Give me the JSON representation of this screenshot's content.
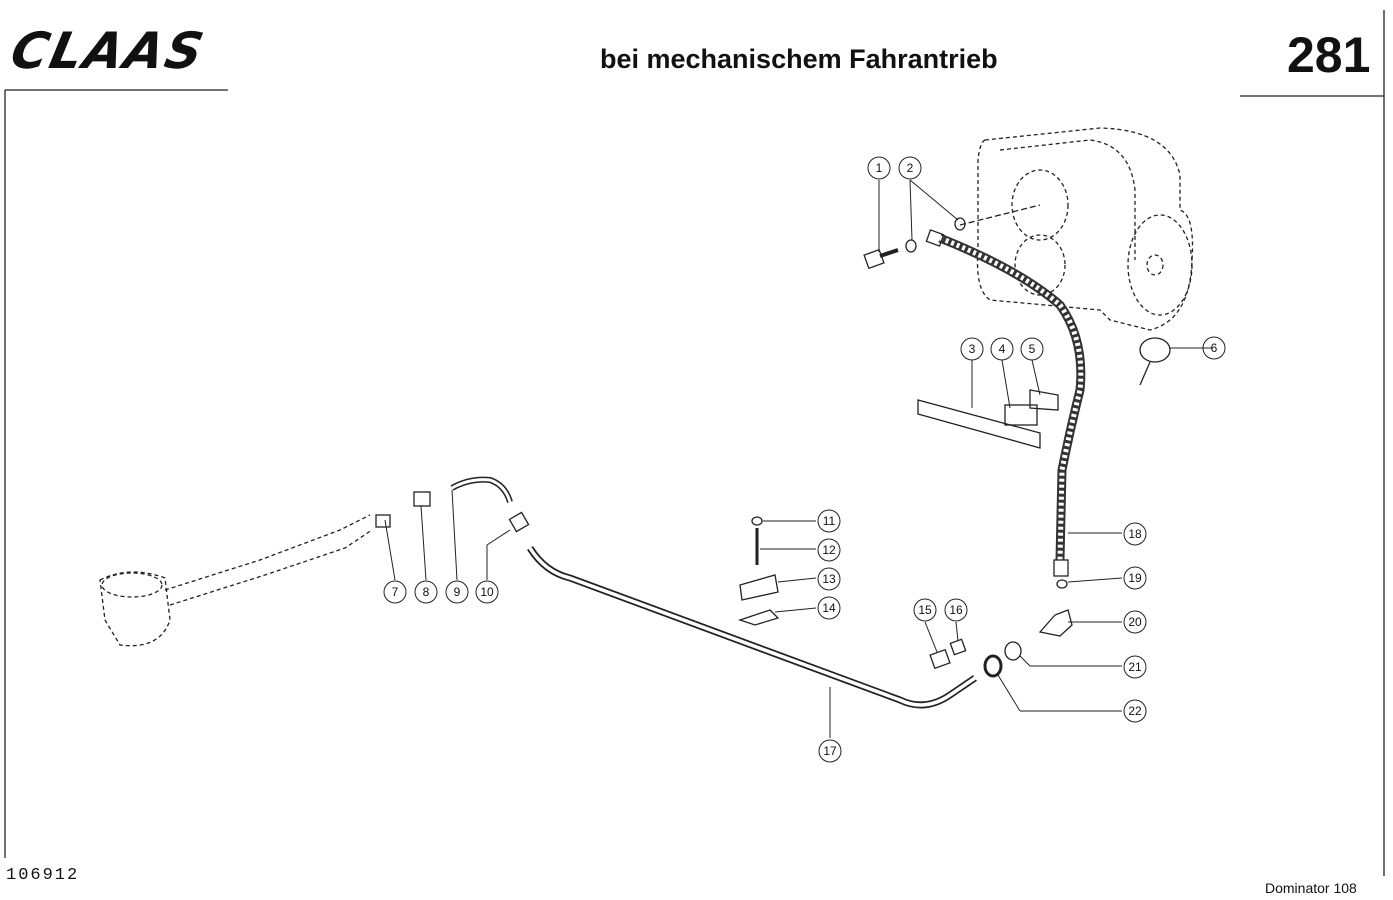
{
  "header": {
    "brand": "CLAAS",
    "title": "bei mechanischem Fahrantrieb",
    "page_number": "281"
  },
  "footer": {
    "doc_id": "106912",
    "model": "Dominator 108"
  },
  "callouts": [
    "1",
    "2",
    "3",
    "4",
    "5",
    "6",
    "7",
    "8",
    "9",
    "10",
    "11",
    "12",
    "13",
    "14",
    "15",
    "16",
    "17",
    "18",
    "19",
    "20",
    "21",
    "22"
  ]
}
